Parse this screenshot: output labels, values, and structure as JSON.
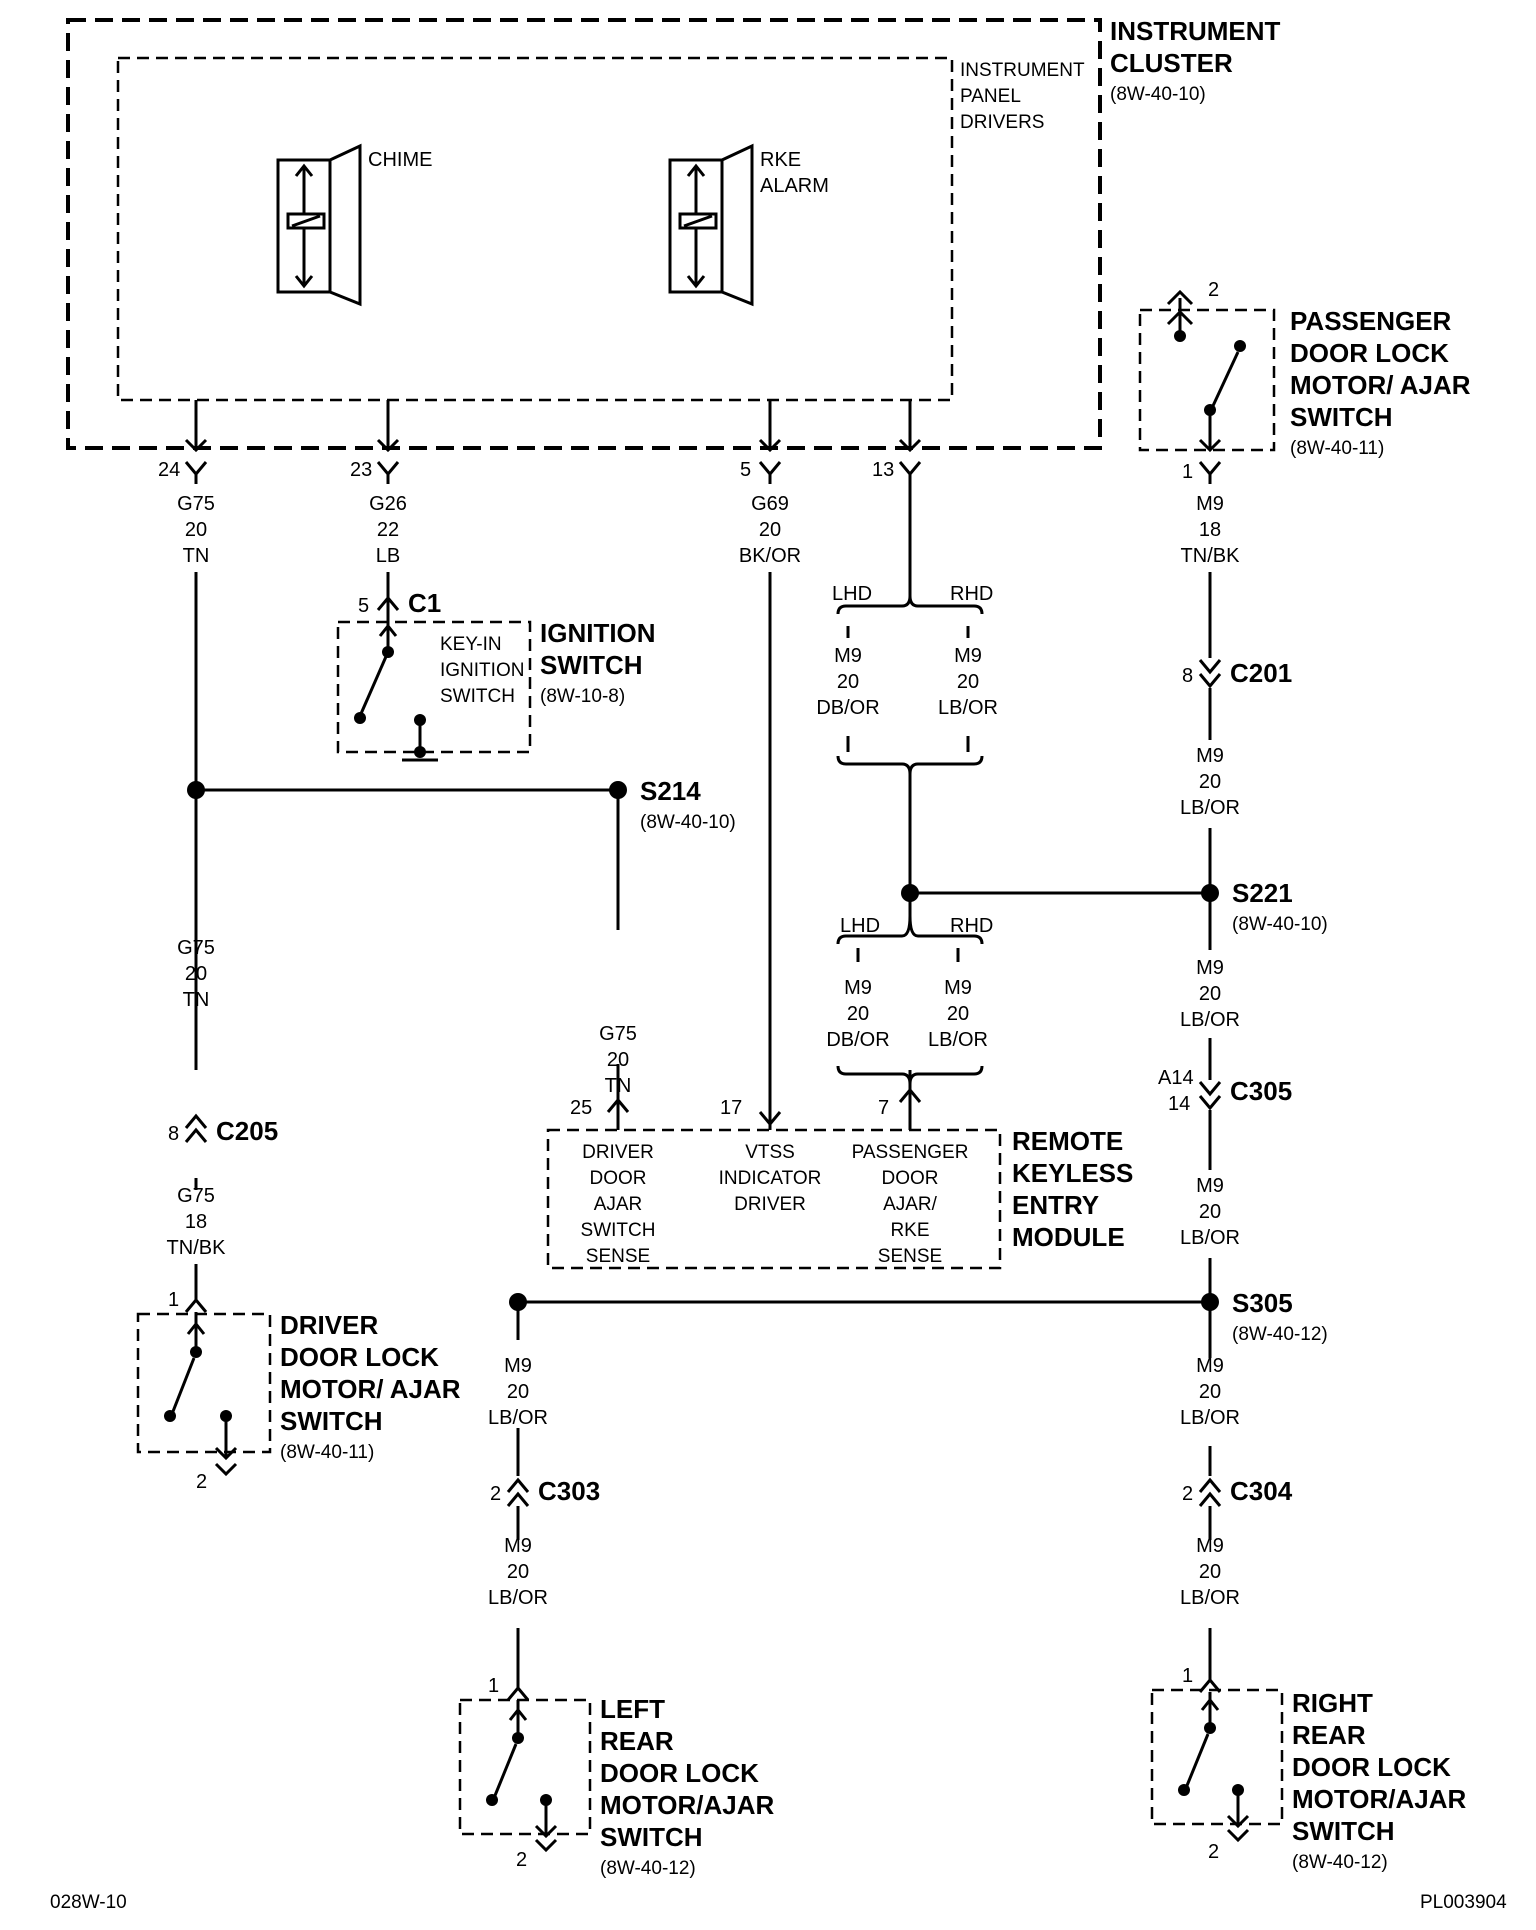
{
  "cluster": {
    "title_1": "INSTRUMENT",
    "title_2": "CLUSTER",
    "ref": "(8W-40-10)",
    "drivers_1": "INSTRUMENT",
    "drivers_2": "PANEL",
    "drivers_3": "DRIVERS",
    "chime": "CHIME",
    "rke_1": "RKE",
    "rke_2": "ALARM",
    "pins": [
      "24",
      "23",
      "5",
      "13"
    ]
  },
  "wires": {
    "g75_top": [
      "G75",
      "20",
      "TN"
    ],
    "g26": [
      "G26",
      "22",
      "LB"
    ],
    "g69": [
      "G69",
      "20",
      "BK/OR"
    ],
    "m9_pass": [
      "M9",
      "18",
      "TN/BK"
    ],
    "m9_lhd1": [
      "M9",
      "20",
      "DB/OR"
    ],
    "m9_rhd1": [
      "M9",
      "20",
      "LB/OR"
    ],
    "m9_c201": [
      "M9",
      "20",
      "LB/OR"
    ],
    "g75_mid": [
      "G75",
      "20",
      "TN"
    ],
    "g75_s214": [
      "G75",
      "20",
      "TN"
    ],
    "m9_lhd2": [
      "M9",
      "20",
      "DB/OR"
    ],
    "m9_rhd2": [
      "M9",
      "20",
      "LB/OR"
    ],
    "m9_s221": [
      "M9",
      "20",
      "LB/OR"
    ],
    "g75_c205": [
      "G75",
      "18",
      "TN/BK"
    ],
    "m9_c305": [
      "M9",
      "20",
      "LB/OR"
    ],
    "m9_s305_left": [
      "M9",
      "20",
      "LB/OR"
    ],
    "m9_s305_right": [
      "M9",
      "20",
      "LB/OR"
    ],
    "m9_c303": [
      "M9",
      "20",
      "LB/OR"
    ],
    "m9_c304": [
      "M9",
      "20",
      "LB/OR"
    ]
  },
  "lhd": "LHD",
  "rhd": "RHD",
  "ignition": {
    "connector": "C1",
    "pin": "5",
    "inner_1": "KEY-IN",
    "inner_2": "IGNITION",
    "inner_3": "SWITCH",
    "title_1": "IGNITION",
    "title_2": "SWITCH",
    "ref": "(8W-10-8)"
  },
  "splices": {
    "s214": {
      "label": "S214",
      "ref": "(8W-40-10)"
    },
    "s221": {
      "label": "S221",
      "ref": "(8W-40-10)"
    },
    "s305": {
      "label": "S305",
      "ref": "(8W-40-12)"
    }
  },
  "connectors": {
    "c201": {
      "label": "C201",
      "pin": "8"
    },
    "c205": {
      "label": "C205",
      "pin": "8"
    },
    "c305": {
      "label": "C305",
      "pin_a": "A14",
      "pin_b": "14"
    },
    "c303": {
      "label": "C303",
      "pin": "2"
    },
    "c304": {
      "label": "C304",
      "pin": "2"
    }
  },
  "passenger_switch": {
    "pin_top": "2",
    "pin_bottom": "1",
    "title": [
      "PASSENGER",
      "DOOR LOCK",
      "MOTOR/ AJAR",
      "SWITCH"
    ],
    "ref": "(8W-40-11)"
  },
  "rke_module": {
    "pins": [
      "25",
      "17",
      "7"
    ],
    "col1": [
      "DRIVER",
      "DOOR",
      "AJAR",
      "SWITCH",
      "SENSE"
    ],
    "col2": [
      "VTSS",
      "INDICATOR",
      "DRIVER"
    ],
    "col3": [
      "PASSENGER",
      "DOOR",
      "AJAR/",
      "RKE",
      "SENSE"
    ],
    "title": [
      "REMOTE",
      "KEYLESS",
      "ENTRY",
      "MODULE"
    ]
  },
  "driver_switch": {
    "pin_top": "1",
    "pin_bottom": "2",
    "title": [
      "DRIVER",
      "DOOR LOCK",
      "MOTOR/ AJAR",
      "SWITCH"
    ],
    "ref": "(8W-40-11)"
  },
  "left_rear_switch": {
    "pin_top": "1",
    "pin_bottom": "2",
    "title": [
      "LEFT",
      "REAR",
      "DOOR LOCK",
      "MOTOR/AJAR",
      "SWITCH"
    ],
    "ref": "(8W-40-12)"
  },
  "right_rear_switch": {
    "pin_top": "1",
    "pin_bottom": "2",
    "title": [
      "RIGHT",
      "REAR",
      "DOOR LOCK",
      "MOTOR/AJAR",
      "SWITCH"
    ],
    "ref": "(8W-40-12)"
  },
  "footer": {
    "left": "028W-10",
    "right": "PL003904"
  }
}
